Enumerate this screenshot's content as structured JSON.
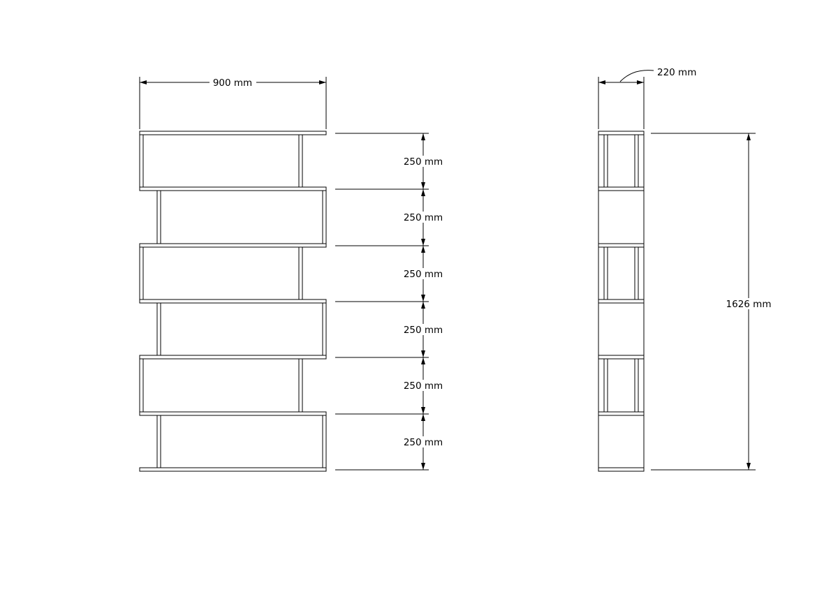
{
  "drawing": {
    "line_color": "#000000",
    "background_color": "#ffffff",
    "front_view": {
      "name": "bookcase front elevation",
      "width_dim": {
        "label": "900 mm"
      },
      "spacing_dims": [
        {
          "label": "250 mm"
        },
        {
          "label": "250 mm"
        },
        {
          "label": "250 mm"
        },
        {
          "label": "250 mm"
        },
        {
          "label": "250 mm"
        },
        {
          "label": "250 mm"
        }
      ]
    },
    "side_view": {
      "name": "bookcase side elevation",
      "depth_dim": {
        "label": "220 mm"
      },
      "height_dim": {
        "label": "1626 mm"
      }
    }
  }
}
